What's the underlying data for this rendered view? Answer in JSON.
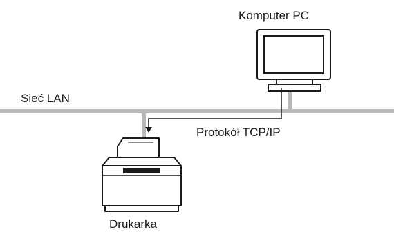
{
  "diagram": {
    "computer_label": "Komputer PC",
    "lan_label": "Sieć LAN",
    "protocol_label": "Protokół TCP/IP",
    "printer_label": "Drukarka"
  },
  "colors": {
    "network_line": "#b8b8b8",
    "device_stroke": "#1a1a1a",
    "device_fill": "#ffffff",
    "printer_slot": "#1a1a1a"
  }
}
